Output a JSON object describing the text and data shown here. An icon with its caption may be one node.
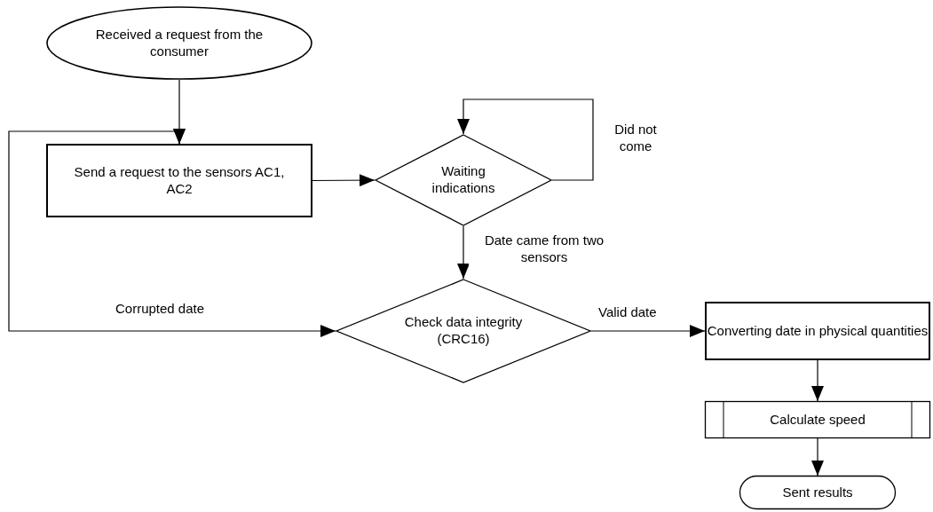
{
  "diagram": {
    "nodes": [
      {
        "text": [
          "Received a request from the consumer"
        ]
      },
      {
        "text": [
          "Send a request to the sensors AC1, AC2"
        ]
      },
      {
        "text": [
          "Waiting indications"
        ]
      },
      {
        "text": [
          "Check data integrity (CRC16)"
        ]
      },
      {
        "text": [
          "Converting date in physical quantities"
        ]
      },
      {
        "text": [
          "Calculate speed"
        ]
      },
      {
        "text": [
          "Sent results"
        ]
      }
    ],
    "edges": [
      {
        "from": 0,
        "to": 1,
        "arrow": "to"
      },
      {
        "from": 3,
        "to": 1,
        "arrow": "both",
        "label": "Corrupted date"
      },
      {
        "from": 1,
        "to": 2,
        "arrow": "to"
      },
      {
        "from": 2,
        "to": 2,
        "arrow": "to",
        "label": "Did not come"
      },
      {
        "from": 2,
        "to": 3,
        "arrow": "to",
        "label": "Date came from two sensors"
      },
      {
        "from": 3,
        "to": 4,
        "arrow": "to",
        "label": "Valid date"
      },
      {
        "from": 4,
        "to": 5,
        "arrow": "to"
      },
      {
        "from": 5,
        "to": 6,
        "arrow": "to"
      }
    ]
  }
}
